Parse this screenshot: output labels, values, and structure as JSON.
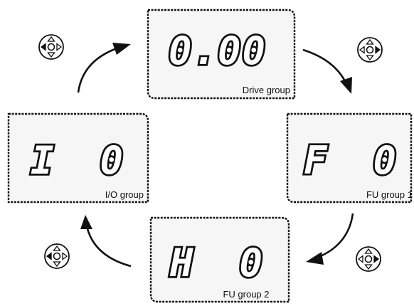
{
  "panels": [
    {
      "id": "drive",
      "display": "0.00",
      "label": "Drive group"
    },
    {
      "id": "fu1",
      "display": "F  0",
      "label": "FU group 1"
    },
    {
      "id": "fu2",
      "display": "H  0",
      "label": "FU group 2"
    },
    {
      "id": "io",
      "display": "I  0",
      "label": "I/O group"
    }
  ],
  "icons": {
    "key": "four-way-key-icon",
    "right_active": "right-key-pressed",
    "left_active": "left-key-pressed"
  },
  "flow": [
    "drive",
    "fu1",
    "fu2",
    "io",
    "drive"
  ]
}
